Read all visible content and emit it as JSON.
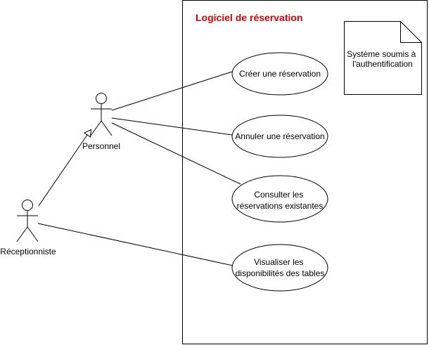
{
  "system": {
    "title": "Logiciel de réservation",
    "title_color": "#e00000"
  },
  "actors": {
    "personnel": "Personnel",
    "receptionniste": "Réceptionniste"
  },
  "use_cases": {
    "creer": [
      "Créer une réservation"
    ],
    "annuler": [
      "Annuler une réservation"
    ],
    "consulter": [
      "Consulter les",
      "réservations existantes"
    ],
    "visualiser": [
      "Visualiser les",
      "disponibilités des tables"
    ]
  },
  "note": [
    "Système soumis à",
    "l'authentification"
  ]
}
